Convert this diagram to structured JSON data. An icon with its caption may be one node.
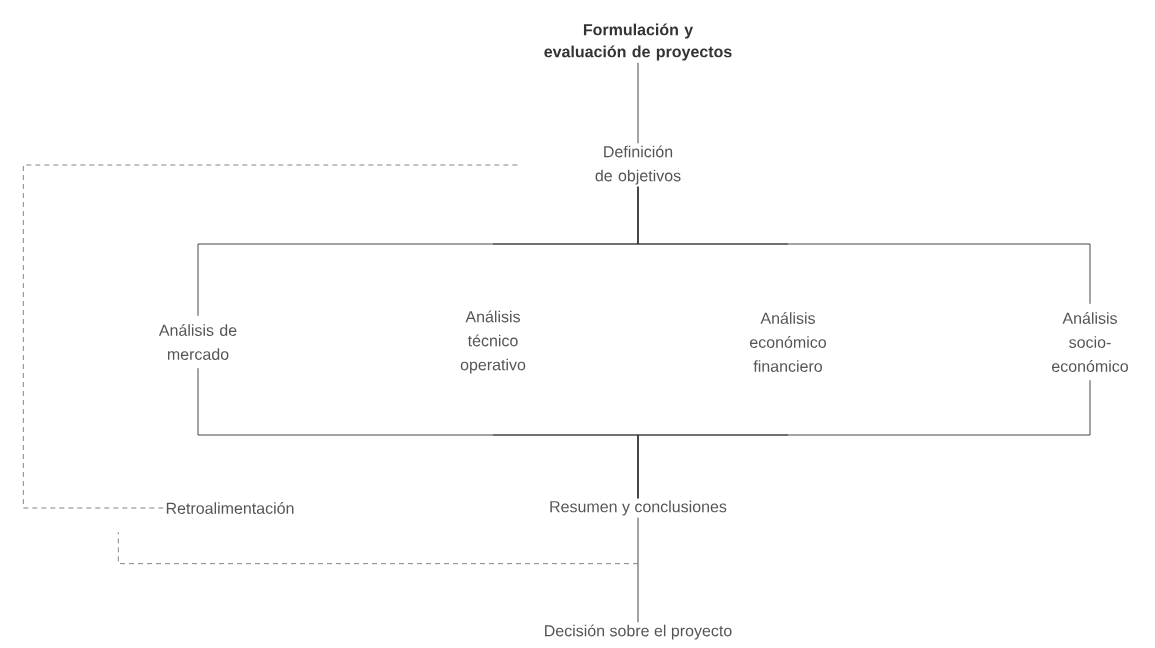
{
  "diagram": {
    "nodes": [
      {
        "text": [
          "Formulación y evaluación de proyectos"
        ]
      },
      {
        "text": [
          "Definición de objetivos"
        ]
      },
      {
        "text": [
          "Análisis de mercado"
        ]
      },
      {
        "text": [
          "Análisis técnico operativo"
        ]
      },
      {
        "text": [
          "Análisis económico financiero"
        ]
      },
      {
        "text": [
          "Análisis socio- económico"
        ]
      },
      {
        "text": [
          "Retroalimentación"
        ]
      },
      {
        "text": [
          "Resumen y conclusiones"
        ]
      },
      {
        "text": [
          "Decisión sobre el proyecto"
        ]
      }
    ],
    "edges": [
      {
        "from": 0,
        "to": 1,
        "arrow": "none"
      },
      {
        "from": 1,
        "to": 2,
        "arrow": "none"
      },
      {
        "from": 1,
        "to": 3,
        "arrow": "none"
      },
      {
        "from": 1,
        "to": 4,
        "arrow": "none"
      },
      {
        "from": 1,
        "to": 5,
        "arrow": "none"
      },
      {
        "from": 2,
        "to": 7,
        "arrow": "none"
      },
      {
        "from": 3,
        "to": 7,
        "arrow": "none"
      },
      {
        "from": 4,
        "to": 7,
        "arrow": "none"
      },
      {
        "from": 5,
        "to": 7,
        "arrow": "none"
      },
      {
        "from": 7,
        "to": 8,
        "arrow": "none"
      },
      {
        "from": 6,
        "to": 1,
        "arrow": "none",
        "style": "dashed"
      },
      {
        "from": 7,
        "to": 6,
        "arrow": "none",
        "style": "dashed"
      }
    ]
  }
}
